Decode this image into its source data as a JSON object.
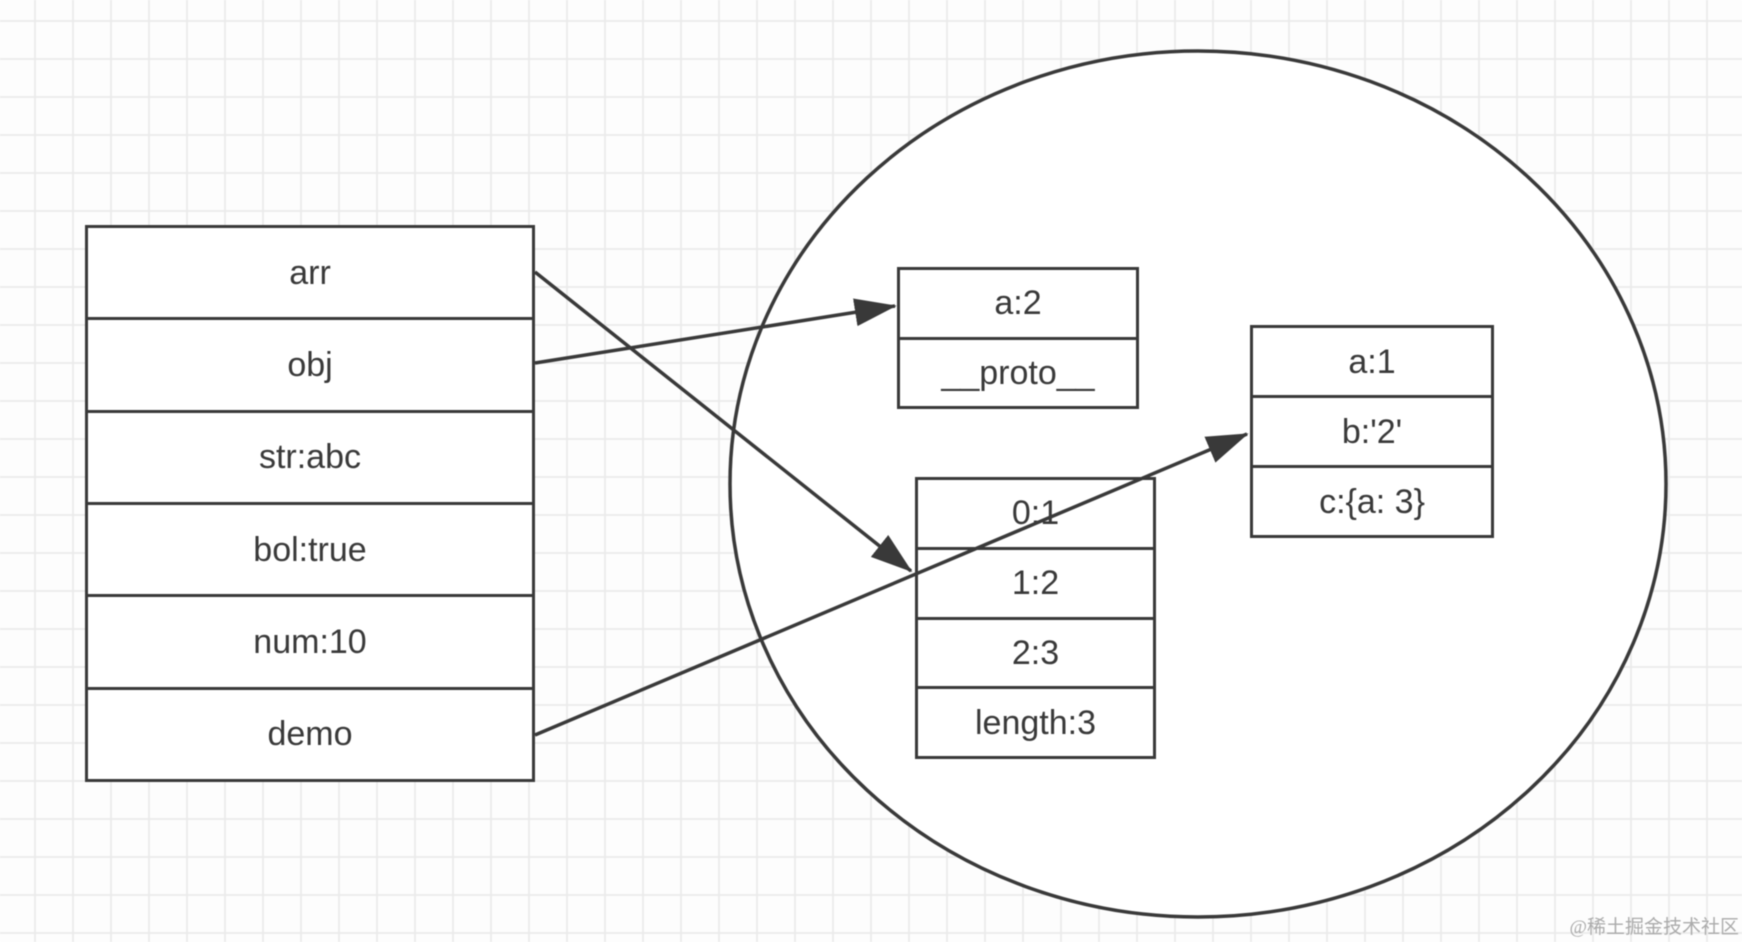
{
  "diagram": {
    "stack": {
      "rows": [
        "arr",
        "obj",
        "str:abc",
        "bol:true",
        "num:10",
        "demo"
      ]
    },
    "heap": {
      "boxes": [
        {
          "id": "proto-object",
          "rows": [
            "a:2",
            "__proto__"
          ]
        },
        {
          "id": "array-object",
          "rows": [
            "0:1",
            "1:2",
            "2:3",
            "length:3"
          ]
        },
        {
          "id": "plain-object",
          "rows": [
            "a:1",
            "b:'2'",
            "c:{a: 3}"
          ]
        }
      ]
    },
    "connections": [
      {
        "from": "obj",
        "to": "proto-object"
      },
      {
        "from": "arr",
        "to": "array-object"
      },
      {
        "from": "demo",
        "to": "plain-object"
      }
    ],
    "watermark": "@稀土掘金技术社区",
    "colors": {
      "stroke": "#393939",
      "text": "#393939",
      "grid": "#ececec",
      "background": "#fdfdfd",
      "watermark": "#ababab"
    }
  }
}
